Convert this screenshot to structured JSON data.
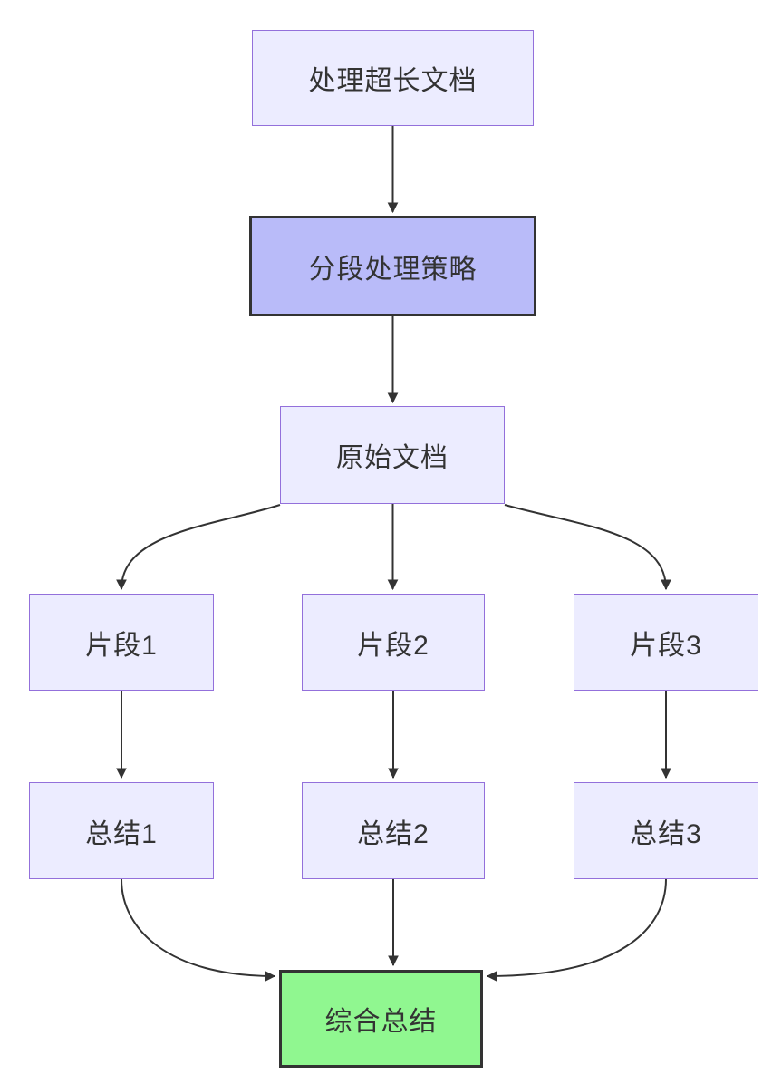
{
  "diagram": {
    "type": "flowchart",
    "direction": "top-down",
    "nodes": [
      {
        "id": "process-long-doc",
        "label": "处理超长文档",
        "style": "default"
      },
      {
        "id": "segmentation-strategy",
        "label": "分段处理策略",
        "style": "highlight"
      },
      {
        "id": "original-doc",
        "label": "原始文档",
        "style": "default"
      },
      {
        "id": "fragment-1",
        "label": "片段1",
        "style": "default"
      },
      {
        "id": "fragment-2",
        "label": "片段2",
        "style": "default"
      },
      {
        "id": "fragment-3",
        "label": "片段3",
        "style": "default"
      },
      {
        "id": "summary-1",
        "label": "总结1",
        "style": "default"
      },
      {
        "id": "summary-2",
        "label": "总结2",
        "style": "default"
      },
      {
        "id": "summary-3",
        "label": "总结3",
        "style": "default"
      },
      {
        "id": "final-summary",
        "label": "综合总结",
        "style": "success"
      }
    ],
    "edges": [
      {
        "from": "process-long-doc",
        "to": "segmentation-strategy"
      },
      {
        "from": "segmentation-strategy",
        "to": "original-doc"
      },
      {
        "from": "original-doc",
        "to": "fragment-1"
      },
      {
        "from": "original-doc",
        "to": "fragment-2"
      },
      {
        "from": "original-doc",
        "to": "fragment-3"
      },
      {
        "from": "fragment-1",
        "to": "summary-1"
      },
      {
        "from": "fragment-2",
        "to": "summary-2"
      },
      {
        "from": "fragment-3",
        "to": "summary-3"
      },
      {
        "from": "summary-1",
        "to": "final-summary"
      },
      {
        "from": "summary-2",
        "to": "final-summary"
      },
      {
        "from": "summary-3",
        "to": "final-summary"
      }
    ],
    "colors": {
      "background": "#ffffff",
      "node_fill": "#ececff",
      "node_border": "#9370db",
      "highlight_fill": "#b9bbf9",
      "highlight_border": "#333333",
      "success_fill": "#90f790",
      "success_border": "#333333",
      "edge_stroke": "#333333",
      "text": "#333333"
    }
  }
}
